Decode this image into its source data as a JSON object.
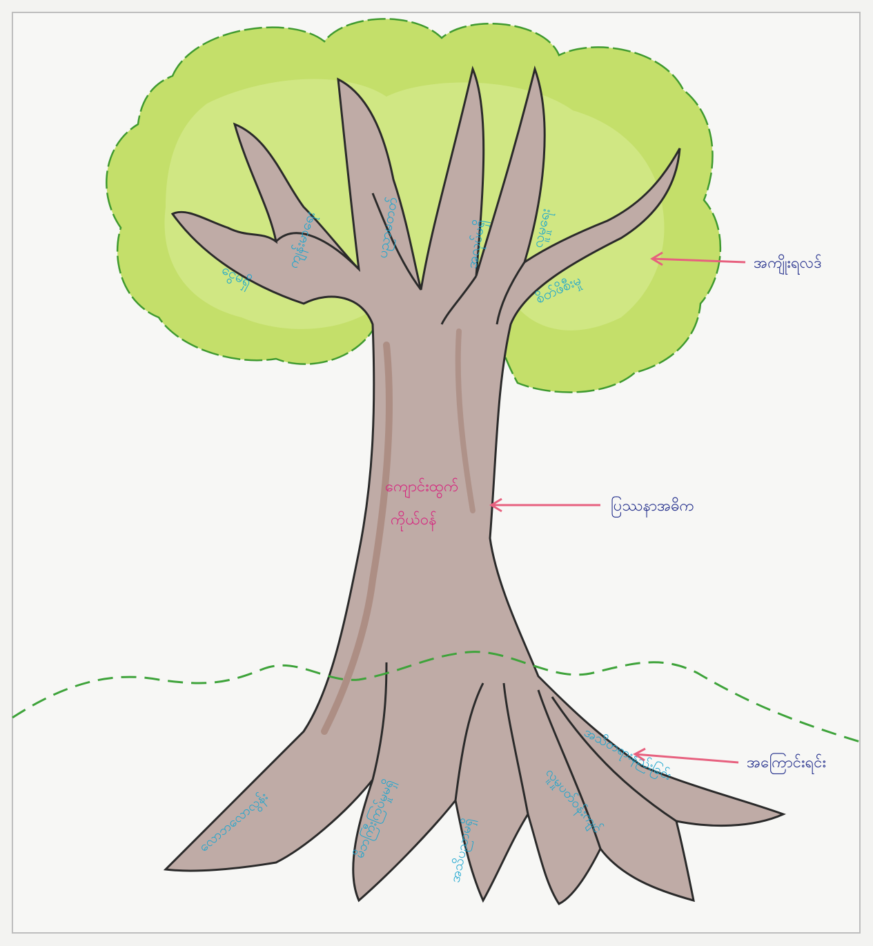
{
  "colors": {
    "paper": "#f3f3f1",
    "foliage": "#b6d957",
    "foliage_outline": "#3f9a2f",
    "bark": "#bba7a2",
    "bark_dark": "#8b5a45",
    "outline": "#2a2a2a",
    "blue_text": "#1aa5cf",
    "pink_text": "#d6247e",
    "arrow": "#e7607e",
    "ground_dash": "#3ea33a",
    "label_ink": "#1f2b8a"
  },
  "icons": {
    "foliage": "foliage-crown",
    "trunk": "tree-trunk",
    "ground": "ground-dashed-line"
  },
  "labels": {
    "foliage_label": "အကျိုးရလဒ်",
    "trunk_label": "ပြဿနာအဓိက",
    "roots_label": "အကြောင်းရင်း"
  },
  "trunk_text": {
    "line1": "ကျောင်းထွက်",
    "line2": "ကိုယ်ဝန်"
  },
  "branches": [
    "ငွေမရှိ",
    "ကျန်းမာရေး",
    "ပညာမတတ်",
    "အလုပ်မရှိ",
    "လူမှုရေး",
    "စိတ်ဖိစီးမှု"
  ],
  "roots": [
    "လောဘလောလွန်း",
    "မိဘကြီးကြပ်မှုမရှိ",
    "အသိပညာမရှိ",
    "လူမှုပတ်ဝန်းကျင်",
    "အသိတရားနည်းခြင်း"
  ]
}
